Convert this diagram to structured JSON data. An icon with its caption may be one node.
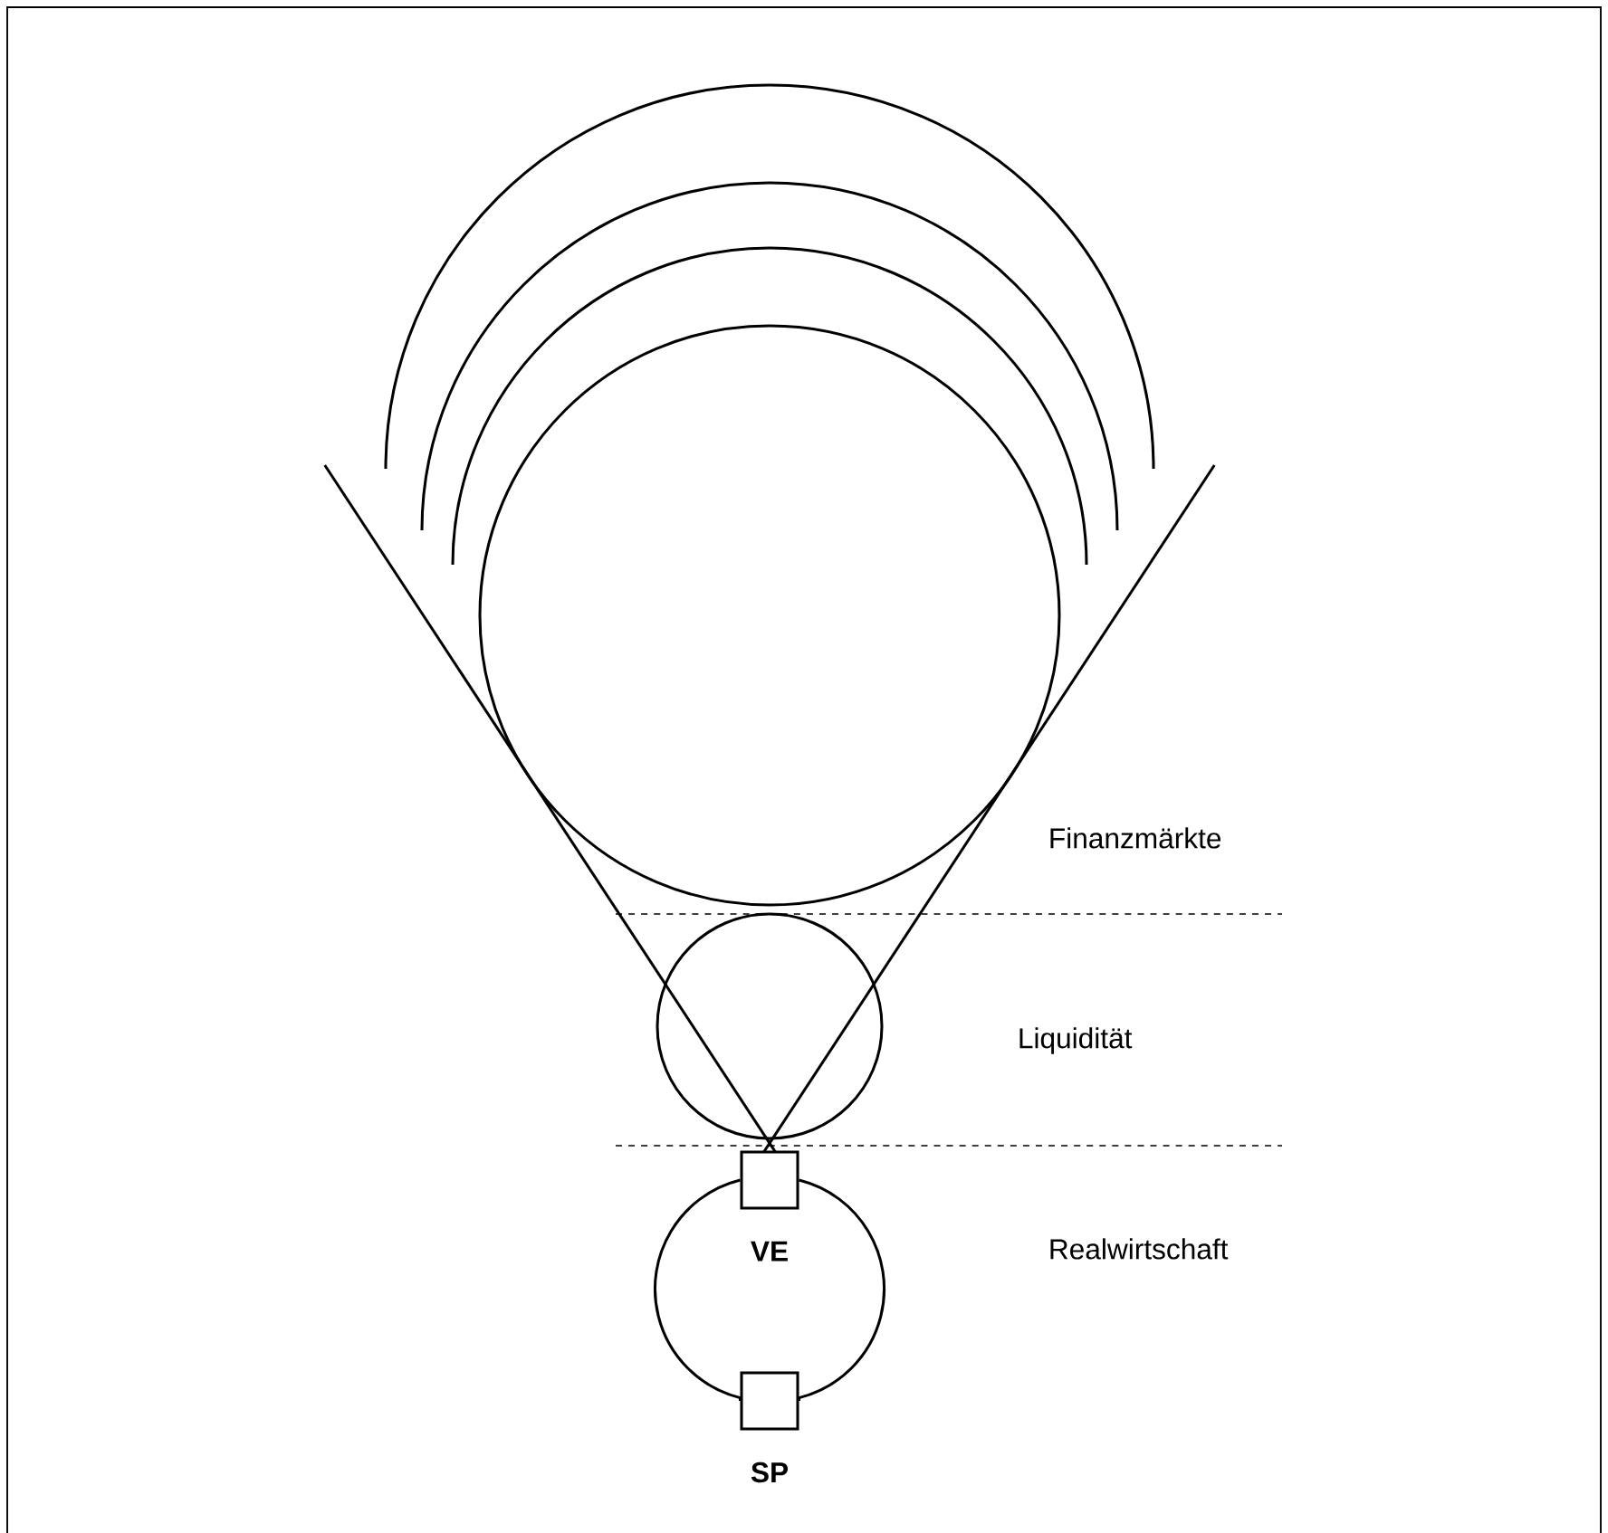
{
  "diagram": {
    "nodes": [
      {
        "text": [],
        "shape": "box",
        "beside": [
          "VE"
        ]
      },
      {
        "text": [],
        "shape": "box",
        "beside": [
          "SP"
        ]
      }
    ],
    "edges": [
      {
        "from": 0,
        "to": 1,
        "arrow": "none"
      },
      {
        "from": 0,
        "to": 1,
        "arrow": "none"
      }
    ],
    "labels": [
      "Finanzmärkte",
      "Liquidität",
      "Realwirtschaft"
    ]
  }
}
